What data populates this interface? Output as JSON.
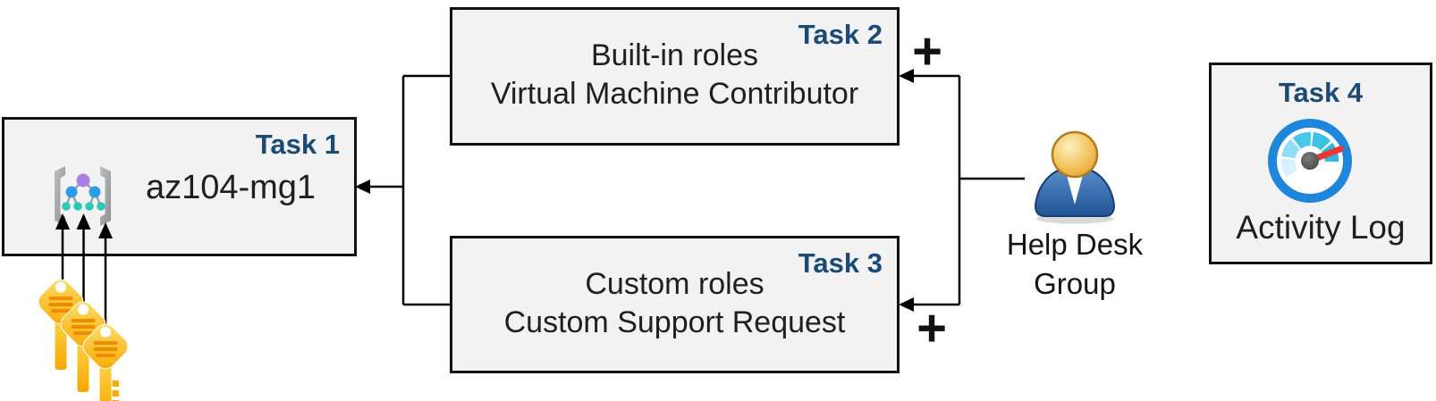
{
  "diagram": {
    "task1": {
      "label": "Task 1",
      "resource_name": "az104-mg1"
    },
    "task2": {
      "label": "Task 2",
      "line1": "Built-in roles",
      "line2": "Virtual Machine Contributor"
    },
    "task3": {
      "label": "Task 3",
      "line1": "Custom roles",
      "line2": "Custom Support Request"
    },
    "task4": {
      "label": "Task 4",
      "caption": "Activity Log"
    },
    "help_desk_group": {
      "label": "Help Desk Group"
    },
    "plus_sign": "+",
    "icons": {
      "management_group": "management-group-icon",
      "keys": "keys-icon",
      "person": "help-desk-person-icon",
      "gauge": "activity-log-gauge-icon"
    },
    "colors": {
      "task_label": "#1b4a74",
      "box_fill": "#f2f2f2",
      "box_border": "#111111",
      "connector": "#000000",
      "body_text": "#1f1f1f",
      "key_gold": "#f6a800",
      "person_blue": "#2d5f9e",
      "gauge_ring": "#1e86db",
      "needle_red": "#e8382f"
    }
  }
}
